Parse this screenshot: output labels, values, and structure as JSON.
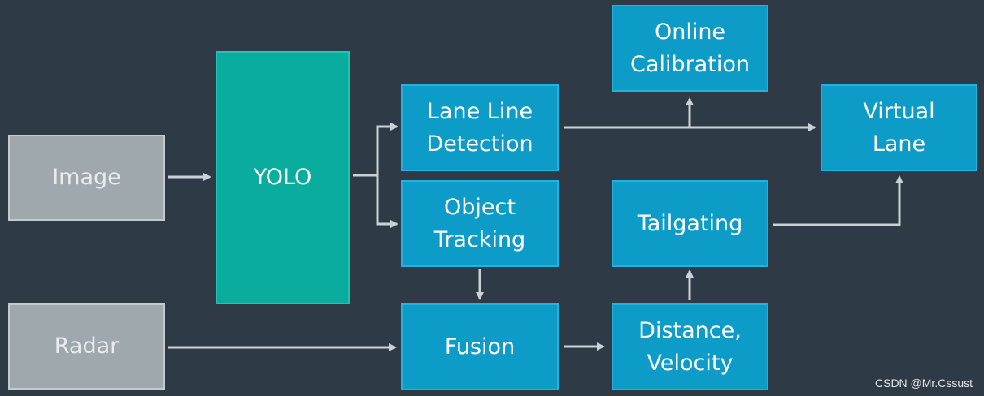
{
  "nodes": {
    "image": "Image",
    "radar": "Radar",
    "yolo": "YOLO",
    "lane_line_detection": "Lane Line\nDetection",
    "object_tracking": "Object\nTracking",
    "fusion": "Fusion",
    "online_calibration": "Online\nCalibration",
    "tailgating": "Tailgating",
    "distance_velocity": "Distance,\nVelocity",
    "virtual_lane": "Virtual\nLane"
  },
  "edges": [
    {
      "from": "image",
      "to": "yolo"
    },
    {
      "from": "yolo",
      "to": "lane_line_detection"
    },
    {
      "from": "yolo",
      "to": "object_tracking"
    },
    {
      "from": "radar",
      "to": "fusion"
    },
    {
      "from": "object_tracking",
      "to": "fusion"
    },
    {
      "from": "fusion",
      "to": "distance_velocity"
    },
    {
      "from": "distance_velocity",
      "to": "tailgating"
    },
    {
      "from": "tailgating",
      "to": "virtual_lane"
    },
    {
      "from": "lane_line_detection",
      "to": "online_calibration"
    },
    {
      "from": "lane_line_detection",
      "to": "virtual_lane"
    }
  ],
  "colors": {
    "background": "#2e3a46",
    "input_box": "#9ea8ad",
    "yolo_box": "#0aac9e",
    "process_box": "#0d9bc8",
    "arrow": "#c9d2d8"
  },
  "watermark": "CSDN @Mr.Cssust"
}
